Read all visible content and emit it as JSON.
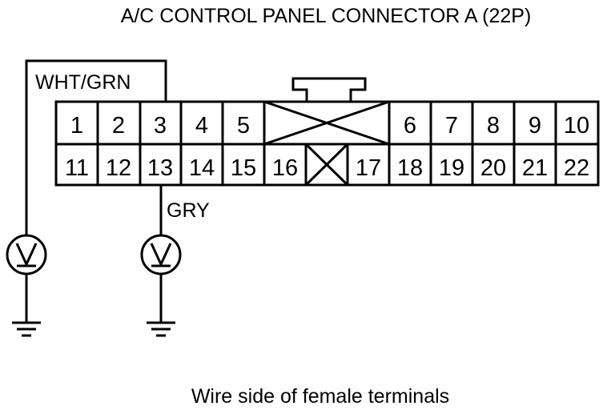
{
  "title": "A/C CONTROL PANEL CONNECTOR A (22P)",
  "caption": "Wire side of female terminals",
  "wires": {
    "wht_grn": "WHT/GRN",
    "gry": "GRY"
  },
  "connector": {
    "row1": [
      "1",
      "2",
      "3",
      "4",
      "5",
      "6",
      "7",
      "8",
      "9",
      "10"
    ],
    "row2": [
      "11",
      "12",
      "13",
      "14",
      "15",
      "16",
      "17",
      "18",
      "19",
      "20",
      "21",
      "22"
    ]
  },
  "probes": [
    {
      "name": "voltmeter-left",
      "pin": "3",
      "wire": "WHT/GRN"
    },
    {
      "name": "voltmeter-right",
      "pin": "13",
      "wire": "GRY"
    }
  ],
  "colors": {
    "line": "#000000",
    "background": "#ffffff"
  },
  "icons": [
    "voltmeter-icon",
    "ground-icon"
  ]
}
